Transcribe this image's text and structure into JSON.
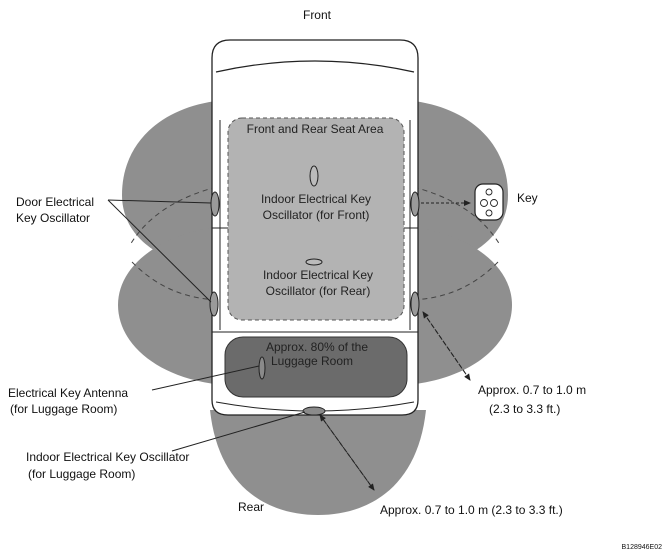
{
  "labels": {
    "front": "Front",
    "rear": "Rear",
    "key": "Key",
    "seat_area": "Front and Rear Seat Area",
    "door_osc_1": "Door Electrical",
    "door_osc_2": "Key Oscillator",
    "indoor_front_1": "Indoor Electrical Key",
    "indoor_front_2": "Oscillator (for Front)",
    "indoor_rear_1": "Indoor Electrical Key",
    "indoor_rear_2": "Oscillator (for Rear)",
    "luggage_area_1": "Approx. 80% of the",
    "luggage_area_2": "Luggage Room",
    "antenna_1": "Electrical Key Antenna",
    "antenna_2": "(for Luggage Room)",
    "indoor_lug_1": "Indoor Electrical Key Oscillator",
    "indoor_lug_2": "(for Luggage Room)",
    "side_range_1": "Approx. 0.7 to 1.0 m",
    "side_range_2": "(2.3 to 3.3 ft.)",
    "rear_range": "Approx. 0.7 to 1.0 m (2.3 to 3.3 ft.)",
    "figure_code": "B128946E02"
  },
  "colors": {
    "range_fill": "#8f8f8f",
    "seat_area_fill": "#b3b3b3",
    "luggage_fill": "#6b6b6b",
    "outline": "#333333"
  }
}
